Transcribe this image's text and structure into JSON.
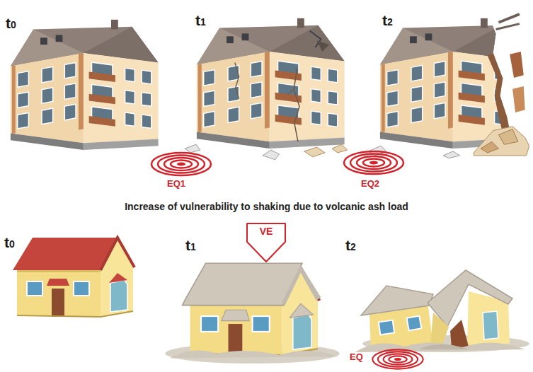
{
  "diagram": {
    "nodes": [
      {
        "text": [
          "VE"
        ]
      }
    ],
    "labels": [
      "t0",
      "t1",
      "t2",
      "EQ1",
      "EQ2",
      "Increase of vulnerability to shaking due to volcanic ash load",
      "t0",
      "t1",
      "t2",
      "EQ"
    ]
  }
}
